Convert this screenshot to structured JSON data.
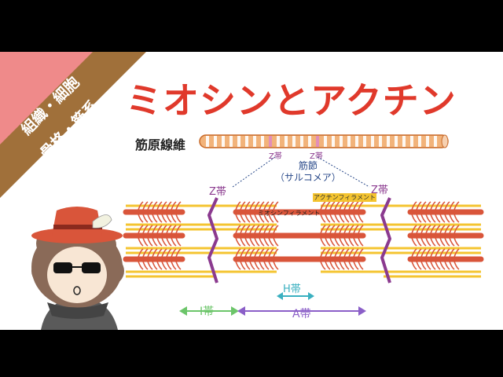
{
  "title": "ミオシンとアクチン",
  "banner": {
    "line1": "組織・細胞",
    "line2": "骨格・筋系"
  },
  "labels": {
    "muscle_fiber": "筋原線維",
    "z_band": "Z帯",
    "sarcomere": "筋節",
    "sarcomere_reading": "（サルコメア）",
    "actin_filament": "アクチンフィラメント",
    "myosin_filament": "ミオシンフィラメント",
    "h_band": "H帯",
    "i_band": "I帯",
    "a_band": "A帯"
  },
  "colors": {
    "title": "#e0392b",
    "banner_pink": "#ef8a8a",
    "banner_brown": "#a0703a",
    "actin": "#f4c430",
    "myosin": "#d9553a",
    "z_line": "#8b3a8f",
    "h_band": "#3ab0c0",
    "i_band": "#6cc56a",
    "a_band": "#8b5fc8",
    "fiber": "#e8a060"
  }
}
